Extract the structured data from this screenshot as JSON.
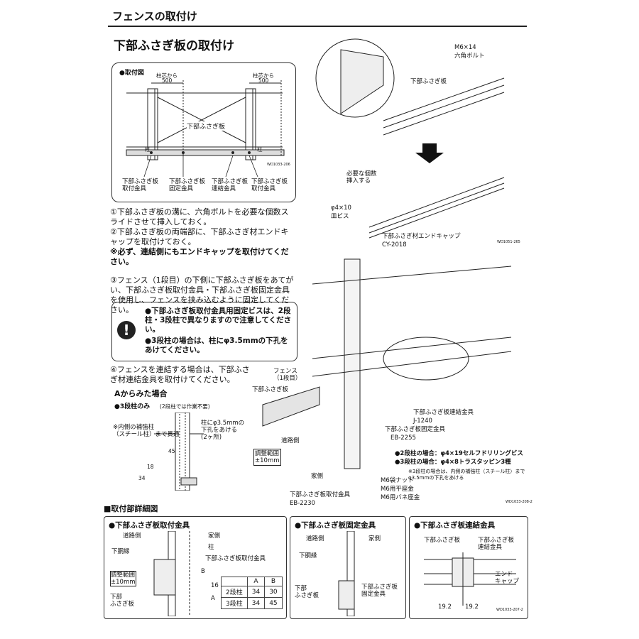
{
  "header": {
    "title": "フェンスの取付け"
  },
  "section": {
    "title": "下部ふさぎ板の取付け"
  },
  "install_diagram": {
    "label": "●取付図",
    "left_dim_top": "柱芯から",
    "left_dim": "500",
    "right_dim_top": "柱芯から",
    "right_dim": "500",
    "board": "下部ふさぎ板",
    "post_left": "柱",
    "post_right": "柱",
    "code": "WD1033-206",
    "callouts": [
      "下部ふさぎ板\n取付金具",
      "下部ふさぎ板\n固定金具",
      "下部ふさぎ板\n連結金具",
      "下部ふさぎ板\n取付金具"
    ]
  },
  "steps": {
    "s1": "①下部ふさぎ板の溝に、六角ボルトを必要な個数スライドさせて挿入しておく。",
    "s2": "②下部ふさぎ板の両端部に、下部ふさぎ材エンドキャップを取付けておく。",
    "s2_note": "※必ず、連結側にもエンドキャップを取付けてください。",
    "s3": "③フェンス（1段目）の下側に下部ふさぎ板をあてがい、下部ふさぎ板取付金具・下部ふさぎ板固定金具を使用し、フェンスを挟み込むように固定してください。",
    "s4": "④フェンスを連結する場合は、下部ふさぎ材連結金具を取付けてください。"
  },
  "caution": {
    "icon": "!",
    "line1": "●下部ふさぎ板取付金具用固定ビスは、2段柱・3段柱で異なりますので注意してください。",
    "line2": "●3段柱の場合は、柱にφ3.5mmの下孔をあけてください。"
  },
  "top_right": {
    "bolt": "M6×14",
    "bolt_name": "六角ボルト",
    "board": "下部ふさぎ板",
    "insert": "必要な個数\n挿入する",
    "screw": "φ4×10",
    "screw_name": "皿ビス",
    "cap": "下部ふさぎ材エンドキャップ",
    "cap_code": "CY-2018",
    "code": "WD1051-265"
  },
  "view_a": {
    "title": "Aからみた場合",
    "sub": "●3段柱のみ",
    "sub_note": "(2段柱では作業不要)",
    "note1": "※内側の補強柱\n（スチール柱）まで貫通",
    "note2": "柱にφ3.5mmの\n下孔をあける\n(2ヶ所)",
    "d1": "45",
    "d2": "34",
    "d3": "18"
  },
  "assembly": {
    "fence": "フェンス\n（1段目）",
    "board": "下部ふさぎ板",
    "adjust": "調整範囲\n±10mm",
    "road": "道路側",
    "house": "家側",
    "joint": "下部ふさぎ板連結金具",
    "joint_code": "J-1240",
    "fix": "下部ふさぎ板固定金具",
    "fix_code": "EB-2255",
    "screws2": "●2段柱の場合：φ4×19セルフドリリングビス",
    "screws3": "●3段柱の場合：φ4×8トラスタッピン3種",
    "note3": "※3段柱の場合は、内側の補強柱（スチール柱）までφ3.5mmの下孔をあける",
    "nut": "M6袋ナット",
    "flat": "M6用平座金",
    "spring": "M6用バネ座金",
    "mount": "下部ふさぎ板取付金具",
    "mount_code": "EB-2230",
    "code": "WD1033-208-2"
  },
  "details": {
    "band": "■取付部詳細図",
    "d1": {
      "title": "●下部ふさぎ板取付金具",
      "road": "道路側",
      "house": "家側",
      "lower": "下胴縁",
      "post": "柱",
      "part": "下部ふさぎ板取付金具",
      "adjust": "調整範囲\n±10mm",
      "board": "下部\nふさぎ板",
      "a": "A",
      "b": "B",
      "dim": "16",
      "table": {
        "head": [
          "",
          "A",
          "B"
        ],
        "rows": [
          [
            "2段柱",
            "34",
            "30"
          ],
          [
            "3段柱",
            "34",
            "45"
          ]
        ]
      }
    },
    "d2": {
      "title": "●下部ふさぎ板固定金具",
      "road": "道路側",
      "house": "家側",
      "lower": "下胴縁",
      "board": "下部\nふさぎ板",
      "part": "下部ふさぎ板\n固定金具"
    },
    "d3": {
      "title": "●下部ふさぎ板連結金具",
      "board": "下部ふさぎ板",
      "part": "下部ふさぎ板\n連結金具",
      "cap": "エンド\nキャップ",
      "dl": "19.2",
      "dr": "19.2",
      "code": "WD1033-207-2"
    }
  },
  "colors": {
    "line": "#222222",
    "fill_light": "#d9d9d9",
    "fill_mid": "#bdbdbd"
  }
}
